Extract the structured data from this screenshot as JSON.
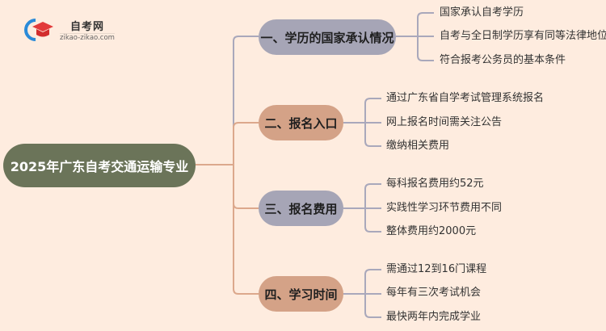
{
  "logo": {
    "title": "自考网",
    "url": "zikao-zikao.com"
  },
  "root": {
    "label": "2025年广东自考交通运输专业"
  },
  "branches": [
    {
      "label": "一、学历的国家承认情况",
      "color": "#a6a5b6",
      "leaves": [
        "国家承认自考学历",
        "自考与全日制学历享有同等法律地位",
        "符合报考公务员的基本条件"
      ]
    },
    {
      "label": "二、报名入口",
      "color": "#d4a287",
      "leaves": [
        "通过广东省自学考试管理系统报名",
        "网上报名时间需关注公告",
        "缴纳相关费用"
      ]
    },
    {
      "label": "三、报名费用",
      "color": "#a6a5b6",
      "leaves": [
        "每科报名费用约52元",
        "实践性学习环节费用不同",
        "整体费用约2000元"
      ]
    },
    {
      "label": "四、学习时间",
      "color": "#d4a287",
      "leaves": [
        "需通过12到16门课程",
        "每年有三次考试机会",
        "最快两年内完成学业"
      ]
    }
  ]
}
